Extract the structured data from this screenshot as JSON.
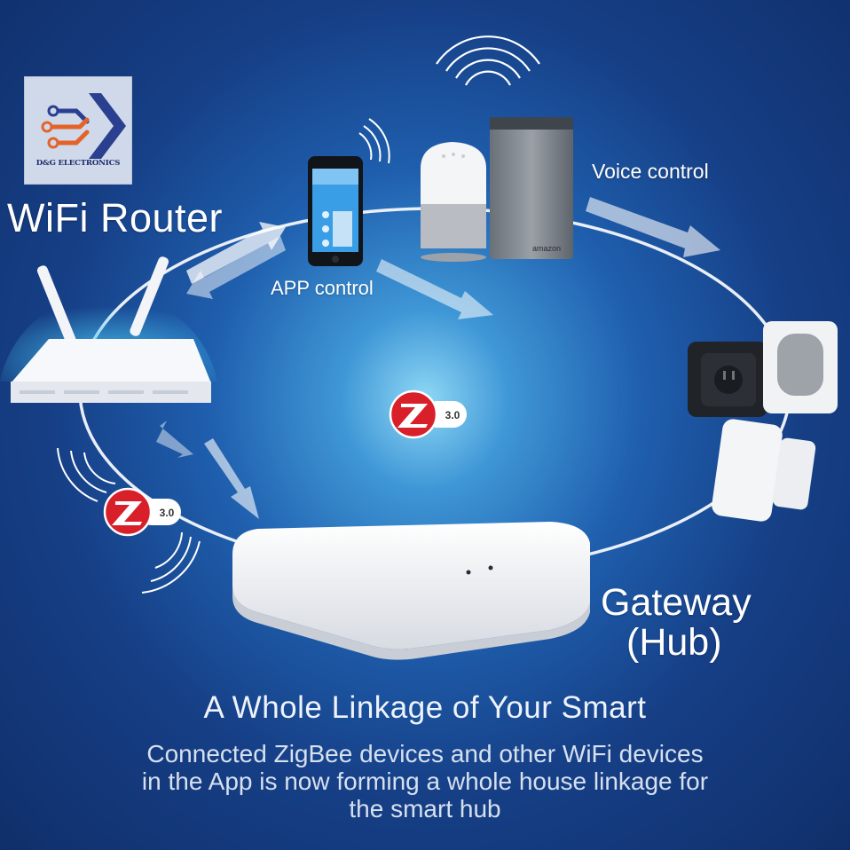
{
  "logo": {
    "brand_text": "D&G ELECTRONICS"
  },
  "labels": {
    "router": "WiFi Router",
    "app_control": "APP control",
    "voice_control": "Voice control",
    "gateway": "Gateway",
    "hub": "(Hub)"
  },
  "badges": {
    "zigbee_version": "3.0"
  },
  "devices": {
    "speaker_brand": "amazon"
  },
  "headline": "A Whole Linkage of Your Smart",
  "body_lines": [
    "Connected ZigBee devices and other WiFi devices",
    "in the App is now forming a whole house linkage for",
    "the smart hub"
  ],
  "colors": {
    "background_center": "#8fd8f6",
    "background_edge": "#102f6a",
    "text": "#ffffff",
    "zigbee_red": "#d9202a",
    "device_white": "#f2f3f5"
  }
}
